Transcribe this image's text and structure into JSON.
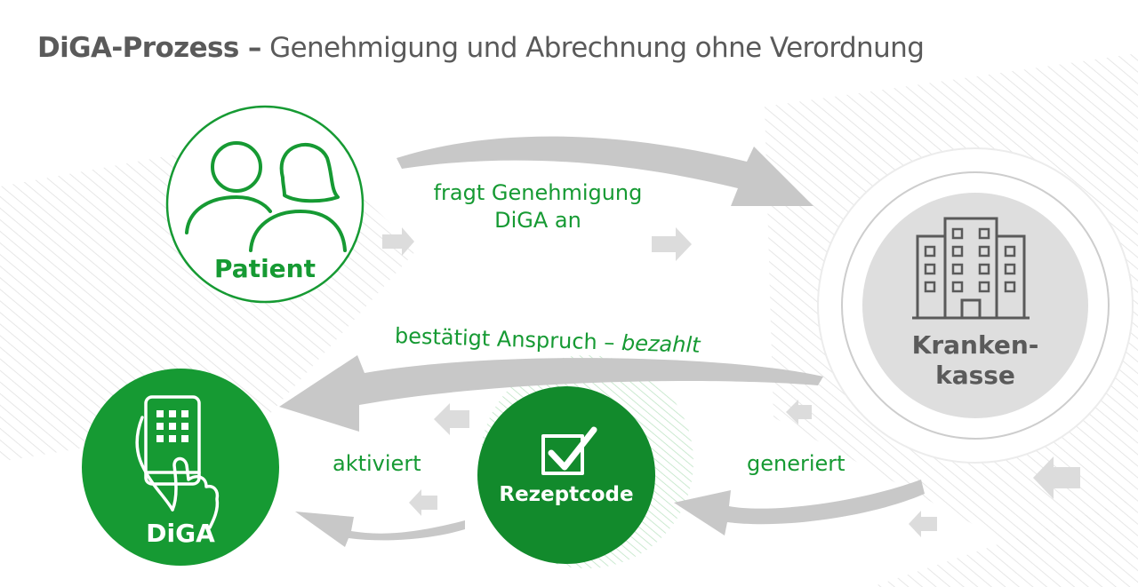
{
  "title": {
    "bold": "DiGA-Prozess –",
    "rest": " Genehmigung und Abrechnung ohne Verordnung"
  },
  "nodes": {
    "patient": "Patient",
    "krankenkasse_line1": "Kranken-",
    "krankenkasse_line2": "kasse",
    "rezeptcode": "Rezeptcode",
    "diga": "DiGA"
  },
  "edges": {
    "request_line1": "fragt Genehmigung",
    "request_line2": "DiGA an",
    "confirm_normal": "bestätigt Anspruch – ",
    "confirm_italic": "bezahlt",
    "generates": "generiert",
    "activates": "aktiviert"
  },
  "colors": {
    "green": "#169a33",
    "dark_green": "#128a2c",
    "grey": "#c8c8c8",
    "text_grey": "#5a5a5a"
  }
}
